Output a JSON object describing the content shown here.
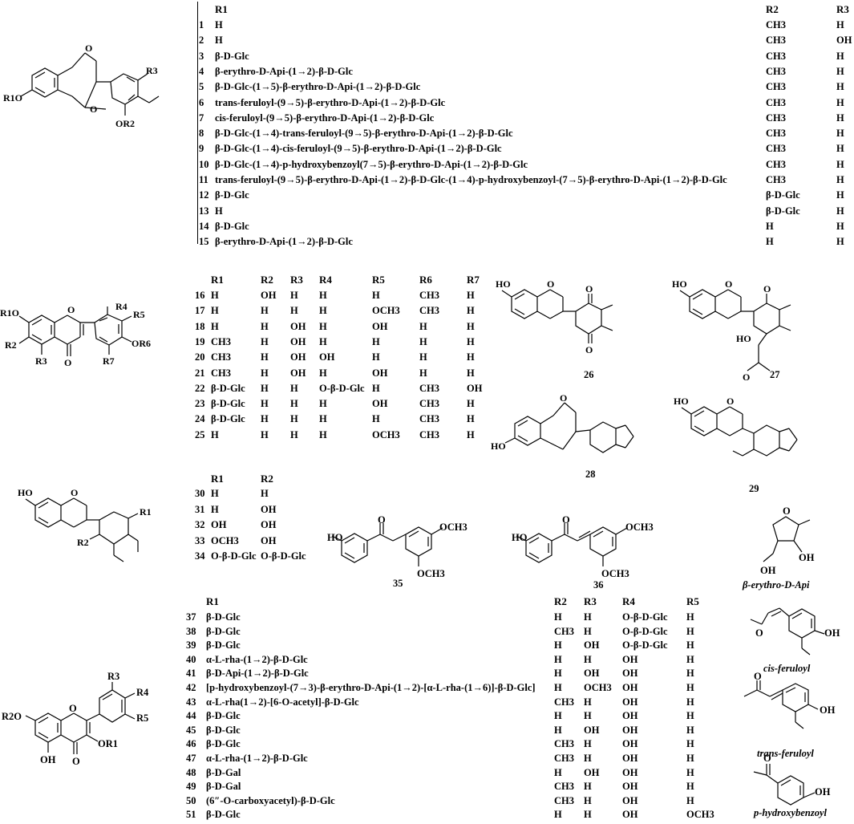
{
  "section1": {
    "headers": [
      "R1",
      "R2",
      "R3"
    ],
    "rows": [
      {
        "n": "1",
        "r1": "H",
        "r2": "CH3",
        "r3": "H"
      },
      {
        "n": "2",
        "r1": "H",
        "r2": "CH3",
        "r3": "OH"
      },
      {
        "n": "3",
        "r1": "β-D-Glc",
        "r2": "CH3",
        "r3": "H"
      },
      {
        "n": "4",
        "r1": "β-erythro-D-Api-(1→2)-β-D-Glc",
        "r2": "CH3",
        "r3": "H"
      },
      {
        "n": "5",
        "r1": "β-D-Glc-(1→5)-β-erythro-D-Api-(1→2)-β-D-Glc",
        "r2": "CH3",
        "r3": "H"
      },
      {
        "n": "6",
        "r1": "trans-feruloyl-(9→5)-β-erythro-D-Api-(1→2)-β-D-Glc",
        "r2": "CH3",
        "r3": "H"
      },
      {
        "n": "7",
        "r1": "cis-feruloyl-(9→5)-β-erythro-D-Api-(1→2)-β-D-Glc",
        "r2": "CH3",
        "r3": "H"
      },
      {
        "n": "8",
        "r1": "β-D-Glc-(1→4)-trans-feruloyl-(9→5)-β-erythro-D-Api-(1→2)-β-D-Glc",
        "r2": "CH3",
        "r3": "H"
      },
      {
        "n": "9",
        "r1": "β-D-Glc-(1→4)-cis-feruloyl-(9→5)-β-erythro-D-Api-(1→2)-β-D-Glc",
        "r2": "CH3",
        "r3": "H"
      },
      {
        "n": "10",
        "r1": "β-D-Glc-(1→4)-p-hydroxybenzoyl(7→5)-β-erythro-D-Api-(1→2)-β-D-Glc",
        "r2": "CH3",
        "r3": "H"
      },
      {
        "n": "11",
        "r1": "trans-feruloyl-(9→5)-β-erythro-D-Api-(1→2)-β-D-Glc-(1→4)-p-hydroxybenzoyl-(7→5)-β-erythro-D-Api-(1→2)-β-D-Glc",
        "r2": "CH3",
        "r3": "H"
      },
      {
        "n": "12",
        "r1": "β-D-Glc",
        "r2": "β-D-Glc",
        "r3": "H"
      },
      {
        "n": "13",
        "r1": "H",
        "r2": "β-D-Glc",
        "r3": "H"
      },
      {
        "n": "14",
        "r1": "β-D-Glc",
        "r2": "H",
        "r3": "H"
      },
      {
        "n": "15",
        "r1": "β-erythro-D-Api-(1→2)-β-D-Glc",
        "r2": "H",
        "r3": "H"
      }
    ]
  },
  "section2": {
    "headers": [
      "R1",
      "R2",
      "R3",
      "R4",
      "R5",
      "R6",
      "R7"
    ],
    "rows": [
      [
        "16",
        "H",
        "OH",
        "H",
        "H",
        "H",
        "CH3",
        "H"
      ],
      [
        "17",
        "H",
        "H",
        "H",
        "H",
        "OCH3",
        "CH3",
        "H"
      ],
      [
        "18",
        "H",
        "H",
        "OH",
        "H",
        "OH",
        "H",
        "H"
      ],
      [
        "19",
        "CH3",
        "H",
        "OH",
        "H",
        "H",
        "H",
        "H"
      ],
      [
        "20",
        "CH3",
        "H",
        "OH",
        "OH",
        "H",
        "H",
        "H"
      ],
      [
        "21",
        "CH3",
        "H",
        "OH",
        "H",
        "OH",
        "H",
        "H"
      ],
      [
        "22",
        "β-D-Glc",
        "H",
        "H",
        "O-β-D-Glc",
        "H",
        "CH3",
        "OH"
      ],
      [
        "23",
        "β-D-Glc",
        "H",
        "H",
        "H",
        "OH",
        "CH3",
        "H"
      ],
      [
        "24",
        "β-D-Glc",
        "H",
        "H",
        "H",
        "H",
        "CH3",
        "H"
      ],
      [
        "25",
        "H",
        "H",
        "H",
        "H",
        "OCH3",
        "CH3",
        "H"
      ]
    ]
  },
  "section3": {
    "headers": [
      "R1",
      "R2"
    ],
    "rows": [
      [
        "30",
        "H",
        "H"
      ],
      [
        "31",
        "H",
        "OH"
      ],
      [
        "32",
        "OH",
        "OH"
      ],
      [
        "33",
        "OCH3",
        "OH"
      ],
      [
        "34",
        "O-β-D-Glc",
        "O-β-D-Glc"
      ]
    ]
  },
  "section4": {
    "headers": [
      "R1",
      "R2",
      "R3",
      "R4",
      "R5"
    ],
    "rows": [
      [
        "37",
        "β-D-Glc",
        "H",
        "H",
        "O-β-D-Glc",
        "H"
      ],
      [
        "38",
        "β-D-Glc",
        "CH3",
        "H",
        "O-β-D-Glc",
        "H"
      ],
      [
        "39",
        "β-D-Glc",
        "H",
        "OH",
        "O-β-D-Glc",
        "H"
      ],
      [
        "40",
        "α-L-rha-(1→2)-β-D-Glc",
        "H",
        "H",
        "OH",
        "H"
      ],
      [
        "41",
        "β-D-Api-(1→2)-β-D-Glc",
        "H",
        "OH",
        "OH",
        "H"
      ],
      [
        "42",
        "[p-hydroxybenzoyl-(7→3)-β-erythro-D-Api-(1→2)-[α-L-rha-(1→6)]-β-D-Glc]",
        "H",
        "OCH3",
        "OH",
        "H"
      ],
      [
        "43",
        "α-L-rha(1→2)-[6-O-acetyl]-β-D-Glc",
        "CH3",
        "H",
        "OH",
        "H"
      ],
      [
        "44",
        "β-D-Glc",
        "H",
        "H",
        "OH",
        "H"
      ],
      [
        "45",
        "β-D-Glc",
        "H",
        "OH",
        "OH",
        "H"
      ],
      [
        "46",
        "β-D-Glc",
        "CH3",
        "H",
        "OH",
        "H"
      ],
      [
        "47",
        "α-L-rha-(1→2)-β-D-Glc",
        "CH3",
        "H",
        "OH",
        "H"
      ],
      [
        "48",
        "β-D-Gal",
        "H",
        "OH",
        "OH",
        "H"
      ],
      [
        "49",
        "β-D-Gal",
        "CH3",
        "H",
        "OH",
        "H"
      ],
      [
        "50",
        "(6″-O-carboxyacetyl)-β-D-Glc",
        "CH3",
        "H",
        "OH",
        "H"
      ],
      [
        "51",
        "β-D-Glc",
        "H",
        "H",
        "OH",
        "OCH3"
      ]
    ]
  },
  "compound_labels": {
    "c26": "26",
    "c27": "27",
    "c28": "28",
    "c29": "29",
    "c35": "35",
    "c36": "36"
  },
  "fragment_labels": {
    "api": "β-erythro-D-Api",
    "cis": "cis-feruloyl",
    "trans": "trans-feruloyl",
    "phb": "p-hydroxybenzoyl"
  },
  "atom_labels": {
    "R1O": "R1O",
    "OR2": "OR2",
    "R3": "R3",
    "R2": "R2",
    "R4": "R4",
    "R5": "R5",
    "OR6": "OR6",
    "R7": "R7",
    "R1": "R1",
    "R2O": "R2O",
    "OR1": "OR1",
    "O": "O",
    "OH": "OH",
    "HO": "HO",
    "OCH3": "OCH3"
  }
}
